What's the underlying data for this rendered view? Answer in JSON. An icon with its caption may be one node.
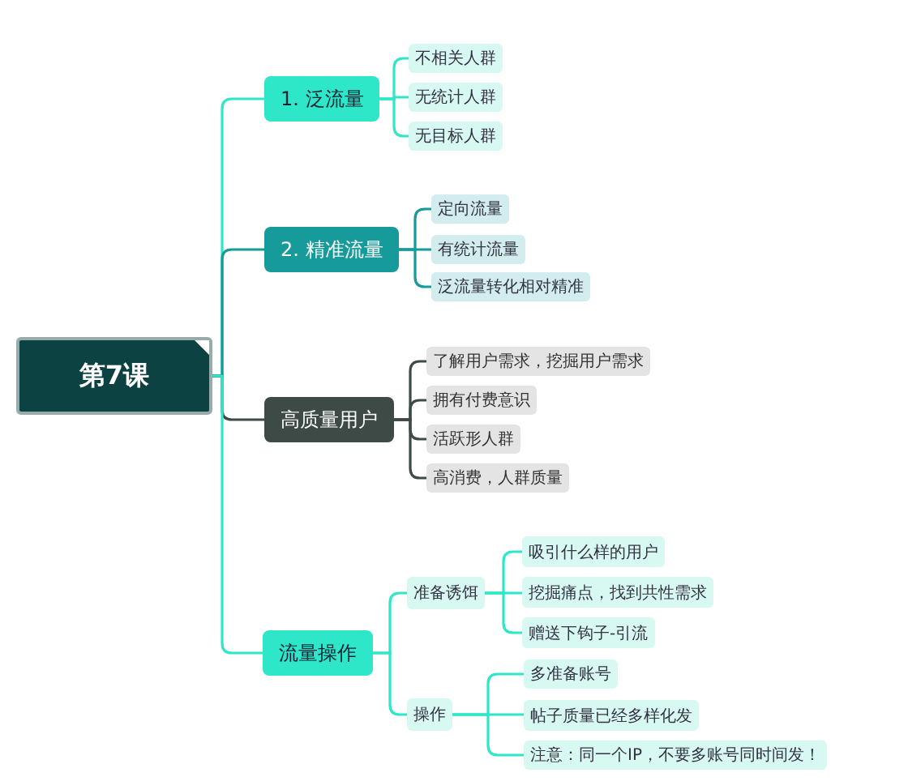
{
  "diagram": {
    "nodes": [
      {
        "text": [
          "第7课"
        ]
      },
      {
        "text": [
          "1. 泛流量"
        ]
      },
      {
        "text": [
          "不相关人群"
        ]
      },
      {
        "text": [
          "无统计人群"
        ]
      },
      {
        "text": [
          "无目标人群"
        ]
      },
      {
        "text": [
          "2. 精准流量"
        ]
      },
      {
        "text": [
          "定向流量"
        ]
      },
      {
        "text": [
          "有统计流量"
        ]
      },
      {
        "text": [
          "泛流量转化相对精准"
        ]
      },
      {
        "text": [
          "高质量用户"
        ]
      },
      {
        "text": [
          "了解用户需求，挖掘用户需求"
        ]
      },
      {
        "text": [
          "拥有付费意识"
        ]
      },
      {
        "text": [
          "活跃形人群"
        ]
      },
      {
        "text": [
          "高消费，人群质量"
        ]
      },
      {
        "text": [
          "流量操作"
        ]
      },
      {
        "text": [
          "准备诱饵"
        ]
      },
      {
        "text": [
          "吸引什么样的用户"
        ]
      },
      {
        "text": [
          "挖掘痛点，找到共性需求"
        ]
      },
      {
        "text": [
          "赠送下钩子-引流"
        ]
      },
      {
        "text": [
          "操作"
        ]
      },
      {
        "text": [
          "多准备账号"
        ]
      },
      {
        "text": [
          "帖子质量已经多样化发"
        ]
      },
      {
        "text": [
          "注意：同一个IP，不要多账号同时间发！"
        ]
      }
    ],
    "edges": [
      {
        "from": 0,
        "to": 1,
        "arrow": "none"
      },
      {
        "from": 1,
        "to": 2,
        "arrow": "none"
      },
      {
        "from": 1,
        "to": 3,
        "arrow": "none"
      },
      {
        "from": 1,
        "to": 4,
        "arrow": "none"
      },
      {
        "from": 0,
        "to": 5,
        "arrow": "none",
        "color": "#179a9a"
      },
      {
        "from": 5,
        "to": 6,
        "arrow": "none",
        "color": "#179a9a"
      },
      {
        "from": 5,
        "to": 7,
        "arrow": "none",
        "color": "#179a9a"
      },
      {
        "from": 5,
        "to": 8,
        "arrow": "none",
        "color": "#179a9a"
      },
      {
        "from": 0,
        "to": 9,
        "arrow": "none",
        "color": "#3d4a45"
      },
      {
        "from": 9,
        "to": 10,
        "arrow": "none",
        "color": "#3d4a45"
      },
      {
        "from": 9,
        "to": 11,
        "arrow": "none",
        "color": "#3d4a45"
      },
      {
        "from": 9,
        "to": 12,
        "arrow": "none",
        "color": "#3d4a45"
      },
      {
        "from": 9,
        "to": 13,
        "arrow": "none",
        "color": "#3d4a45"
      },
      {
        "from": 0,
        "to": 14,
        "arrow": "none"
      },
      {
        "from": 14,
        "to": 15,
        "arrow": "none"
      },
      {
        "from": 14,
        "to": 19,
        "arrow": "none"
      },
      {
        "from": 15,
        "to": 16,
        "arrow": "none"
      },
      {
        "from": 15,
        "to": 17,
        "arrow": "none"
      },
      {
        "from": 15,
        "to": 18,
        "arrow": "none"
      },
      {
        "from": 19,
        "to": 20,
        "arrow": "none"
      },
      {
        "from": 19,
        "to": 21,
        "arrow": "none"
      },
      {
        "from": 19,
        "to": 22,
        "arrow": "none"
      }
    ]
  }
}
